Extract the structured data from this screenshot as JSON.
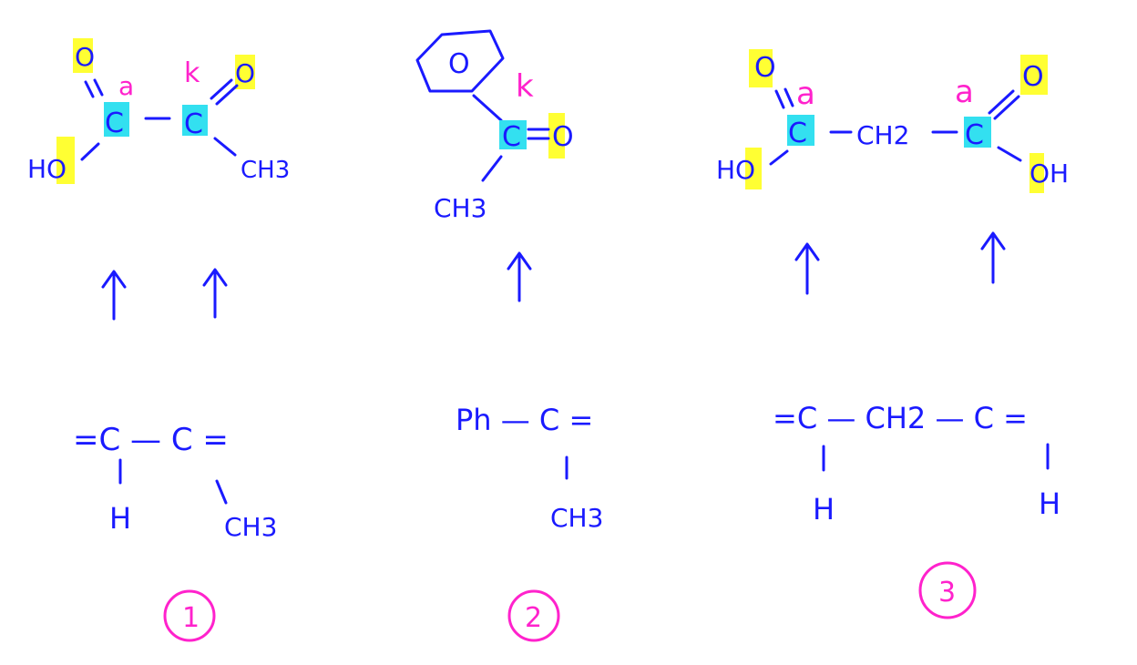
{
  "colors": {
    "ink": "#1a1aff",
    "annotation": "#ff22cc",
    "highlight_oxygen": "#ffff33",
    "highlight_carbon": "#33e0f0",
    "background": "#ffffff"
  },
  "labels": {
    "atom_O": "O",
    "atom_C": "C",
    "atom_H": "H",
    "group_HO": "HO",
    "group_OH": "OH",
    "group_CH3": "CH3",
    "group_CH2": "CH2",
    "group_Ph": "Ph",
    "tag_acid": "a",
    "tag_ketone": "k",
    "bond_single": "—",
    "bond_double": "="
  },
  "structures": [
    {
      "number": "1",
      "product": {
        "tags": [
          "a",
          "k"
        ],
        "left_carbon": {
          "top": "O",
          "bottom": "HO",
          "tag": "a"
        },
        "right_carbon": {
          "top": "O",
          "bottom": "CH3",
          "tag": "k"
        }
      },
      "reactant": {
        "text": "=C — C =",
        "left_sub": "H",
        "right_sub": "CH3"
      }
    },
    {
      "number": "2",
      "product": {
        "tags": [
          "k"
        ],
        "ring": "O",
        "carbon": {
          "right": "O",
          "bottom": "CH3",
          "tag": "k"
        }
      },
      "reactant": {
        "text": "Ph — C =",
        "sub": "CH3"
      }
    },
    {
      "number": "3",
      "product": {
        "tags": [
          "a",
          "a"
        ],
        "left_carbon": {
          "top": "O",
          "bottom": "HO",
          "tag": "a"
        },
        "middle": "CH2",
        "right_carbon": {
          "top": "O",
          "bottom": "OH",
          "tag": "a"
        }
      },
      "reactant": {
        "text": "=C — CH2 — C =",
        "left_sub": "H",
        "right_sub": "H"
      }
    }
  ]
}
